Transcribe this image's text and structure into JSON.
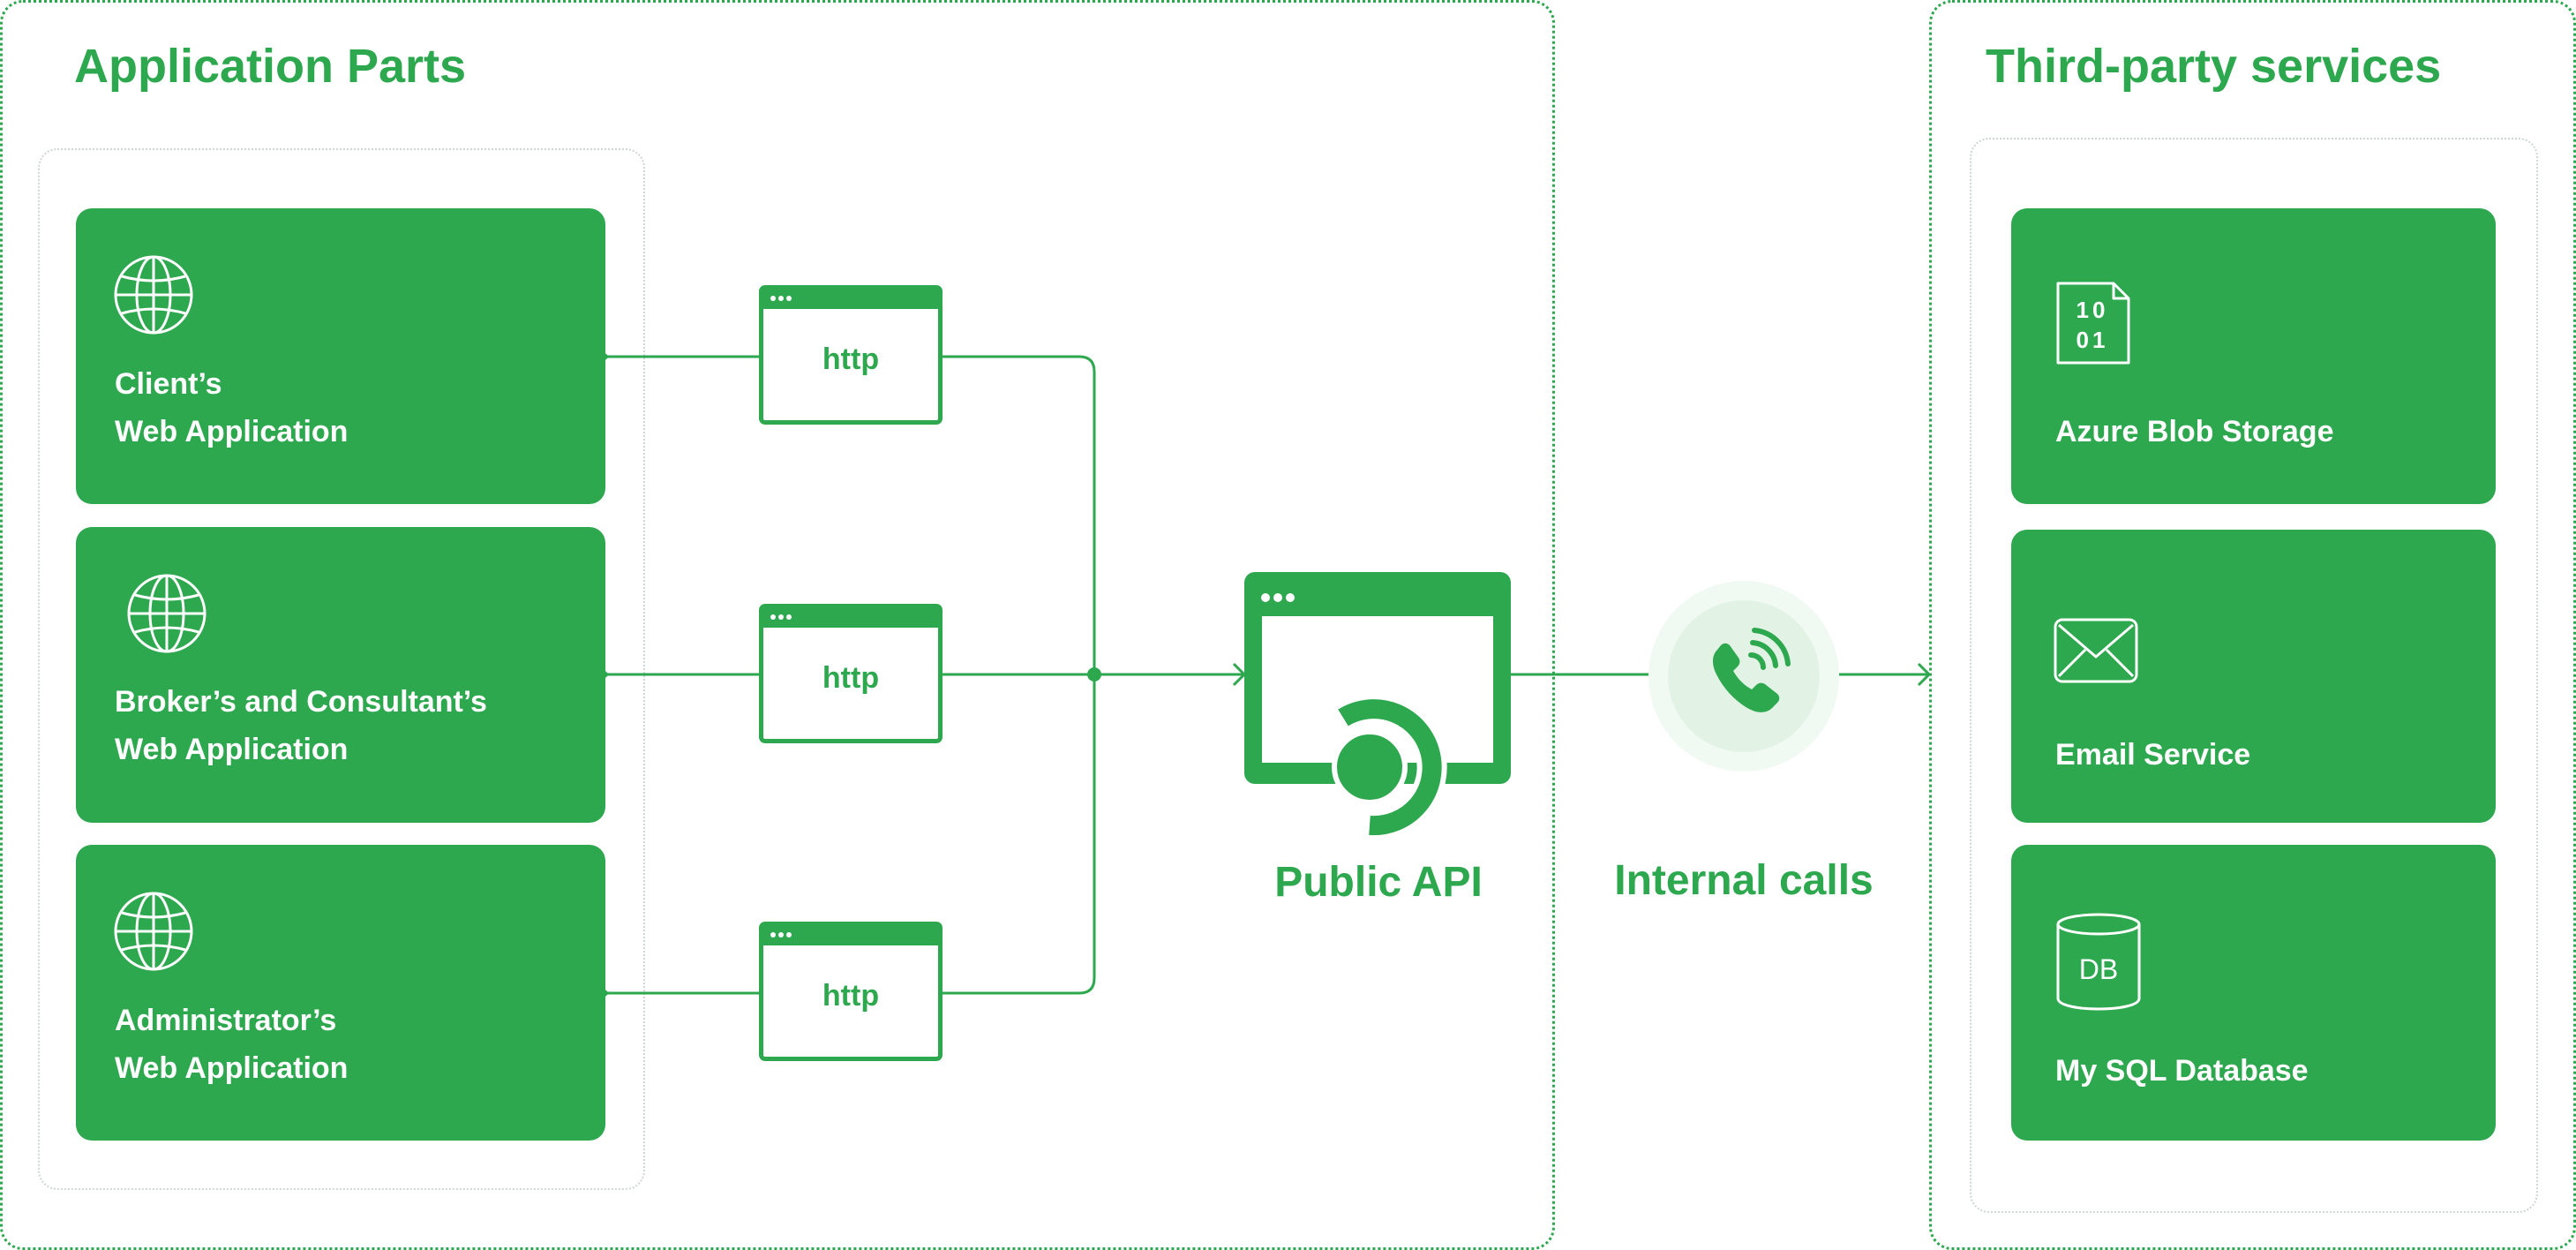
{
  "colors": {
    "accent": "#2ea84f",
    "accent_light": "#e7f5ea",
    "border_muted": "#cfd6d1",
    "background": "#ffffff"
  },
  "application_parts": {
    "title": "Application Parts",
    "cards": [
      {
        "icon": "globe-icon",
        "line1": "Client’s",
        "line2": "Web Application"
      },
      {
        "icon": "globe-icon",
        "line1": "Broker’s and Consultant’s",
        "line2": "Web Application"
      },
      {
        "icon": "globe-icon",
        "line1": "Administrator’s",
        "line2": "Web Application"
      }
    ],
    "http_boxes": [
      {
        "label": "http"
      },
      {
        "label": "http"
      },
      {
        "label": "http"
      }
    ]
  },
  "public_api": {
    "label": "Public API",
    "icon": "api-window-icon"
  },
  "internal_calls": {
    "label": "Internal calls",
    "icon": "phone-call-icon"
  },
  "third_party": {
    "title": "Third-party services",
    "cards": [
      {
        "icon": "binary-file-icon",
        "label": "Azure Blob Storage",
        "icon_text_line1": "10",
        "icon_text_line2": "01"
      },
      {
        "icon": "envelope-icon",
        "label": "Email Service"
      },
      {
        "icon": "database-icon",
        "label": "My SQL Database",
        "icon_text": "DB"
      }
    ]
  }
}
